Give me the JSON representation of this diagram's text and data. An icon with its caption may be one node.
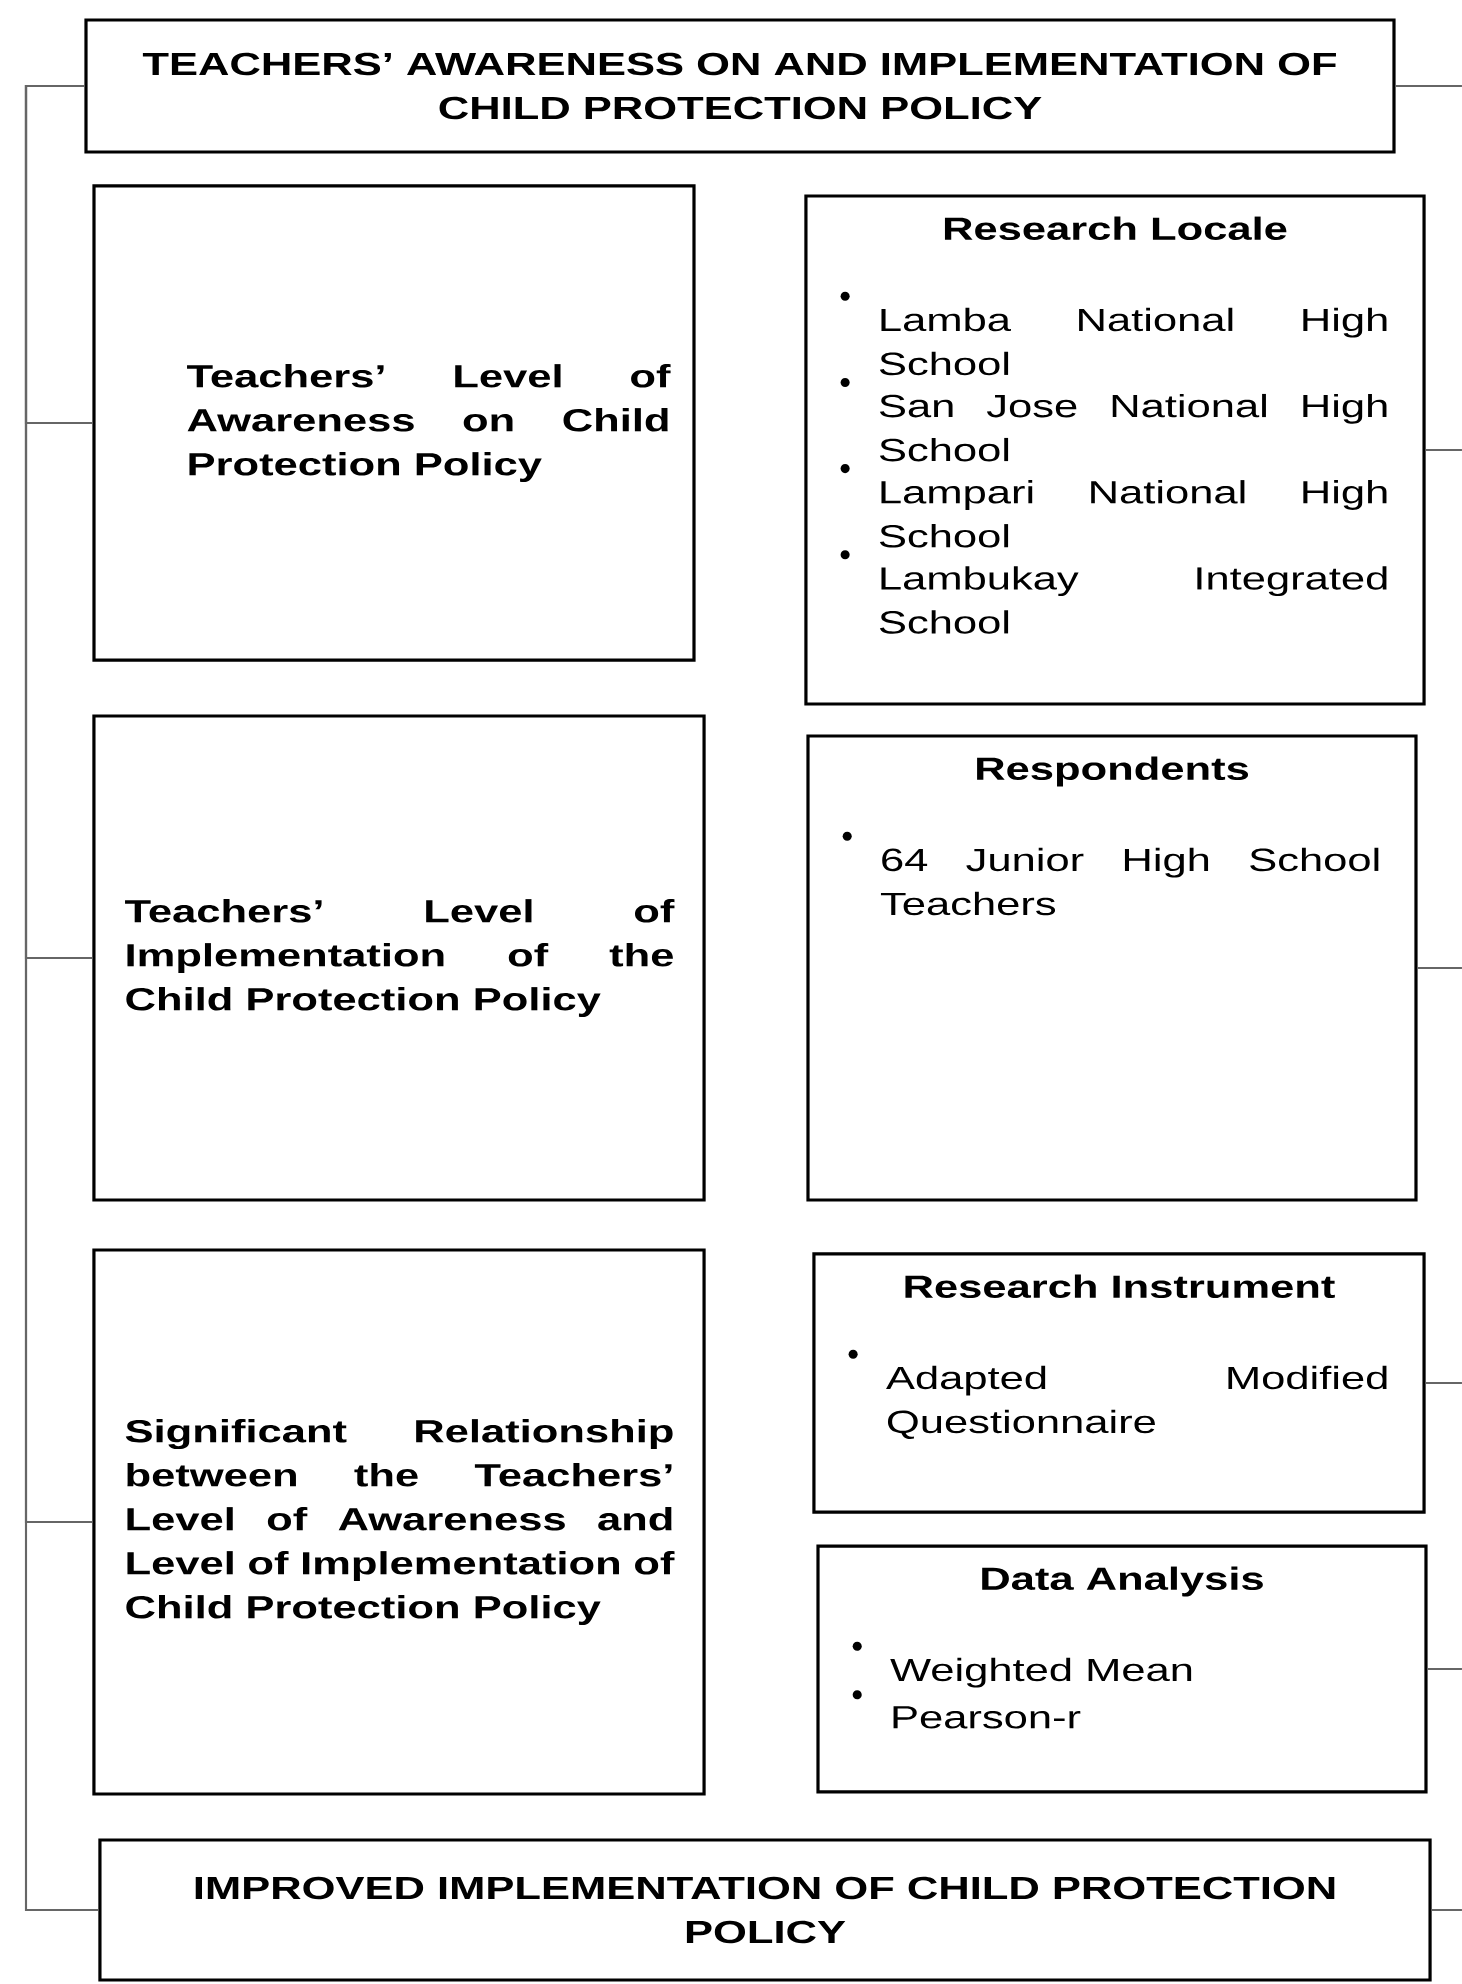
{
  "diagram": {
    "nodes": [
      {
        "text": [
          "TEACHERS’ AWARENESS ON AND IMPLEMENTATION OF CHILD PROTECTION POLICY"
        ]
      },
      {
        "text": [
          "Teachers’ Level of Awareness on Child Protection Policy"
        ]
      },
      {
        "text": [
          "Research Locale",
          "Lamba National High School",
          "San Jose National High School",
          "Lampari National High School",
          "Lambukay Integrated School"
        ]
      },
      {
        "text": [
          "Teachers’ Level of Implementation of the Child Protection Policy"
        ]
      },
      {
        "text": [
          "Respondents",
          "64 Junior High School Teachers"
        ]
      },
      {
        "text": [
          "Significant Relationship between the Teachers’ Level of Awareness and Level of Implementation of Child Protection Policy"
        ]
      },
      {
        "text": [
          "Research Instrument",
          "Adapted Modified Questionnaire"
        ]
      },
      {
        "text": [
          "Data Analysis",
          "Weighted Mean",
          "Pearson-r"
        ]
      },
      {
        "text": [
          "IMPROVED IMPLEMENTATION OF CHILD PROTECTION POLICY"
        ]
      }
    ],
    "edges": [
      {
        "from": 0,
        "to": 1,
        "arrow": "none"
      },
      {
        "from": 0,
        "to": 3,
        "arrow": "none"
      },
      {
        "from": 0,
        "to": 5,
        "arrow": "none"
      },
      {
        "from": 0,
        "to": 8,
        "arrow": "none"
      },
      {
        "from": 0,
        "to": null,
        "arrow": "none"
      },
      {
        "from": 2,
        "to": null,
        "arrow": "none"
      },
      {
        "from": 4,
        "to": null,
        "arrow": "none"
      },
      {
        "from": 6,
        "to": null,
        "arrow": "none"
      },
      {
        "from": 7,
        "to": null,
        "arrow": "none"
      },
      {
        "from": 8,
        "to": null,
        "arrow": "none"
      }
    ]
  }
}
